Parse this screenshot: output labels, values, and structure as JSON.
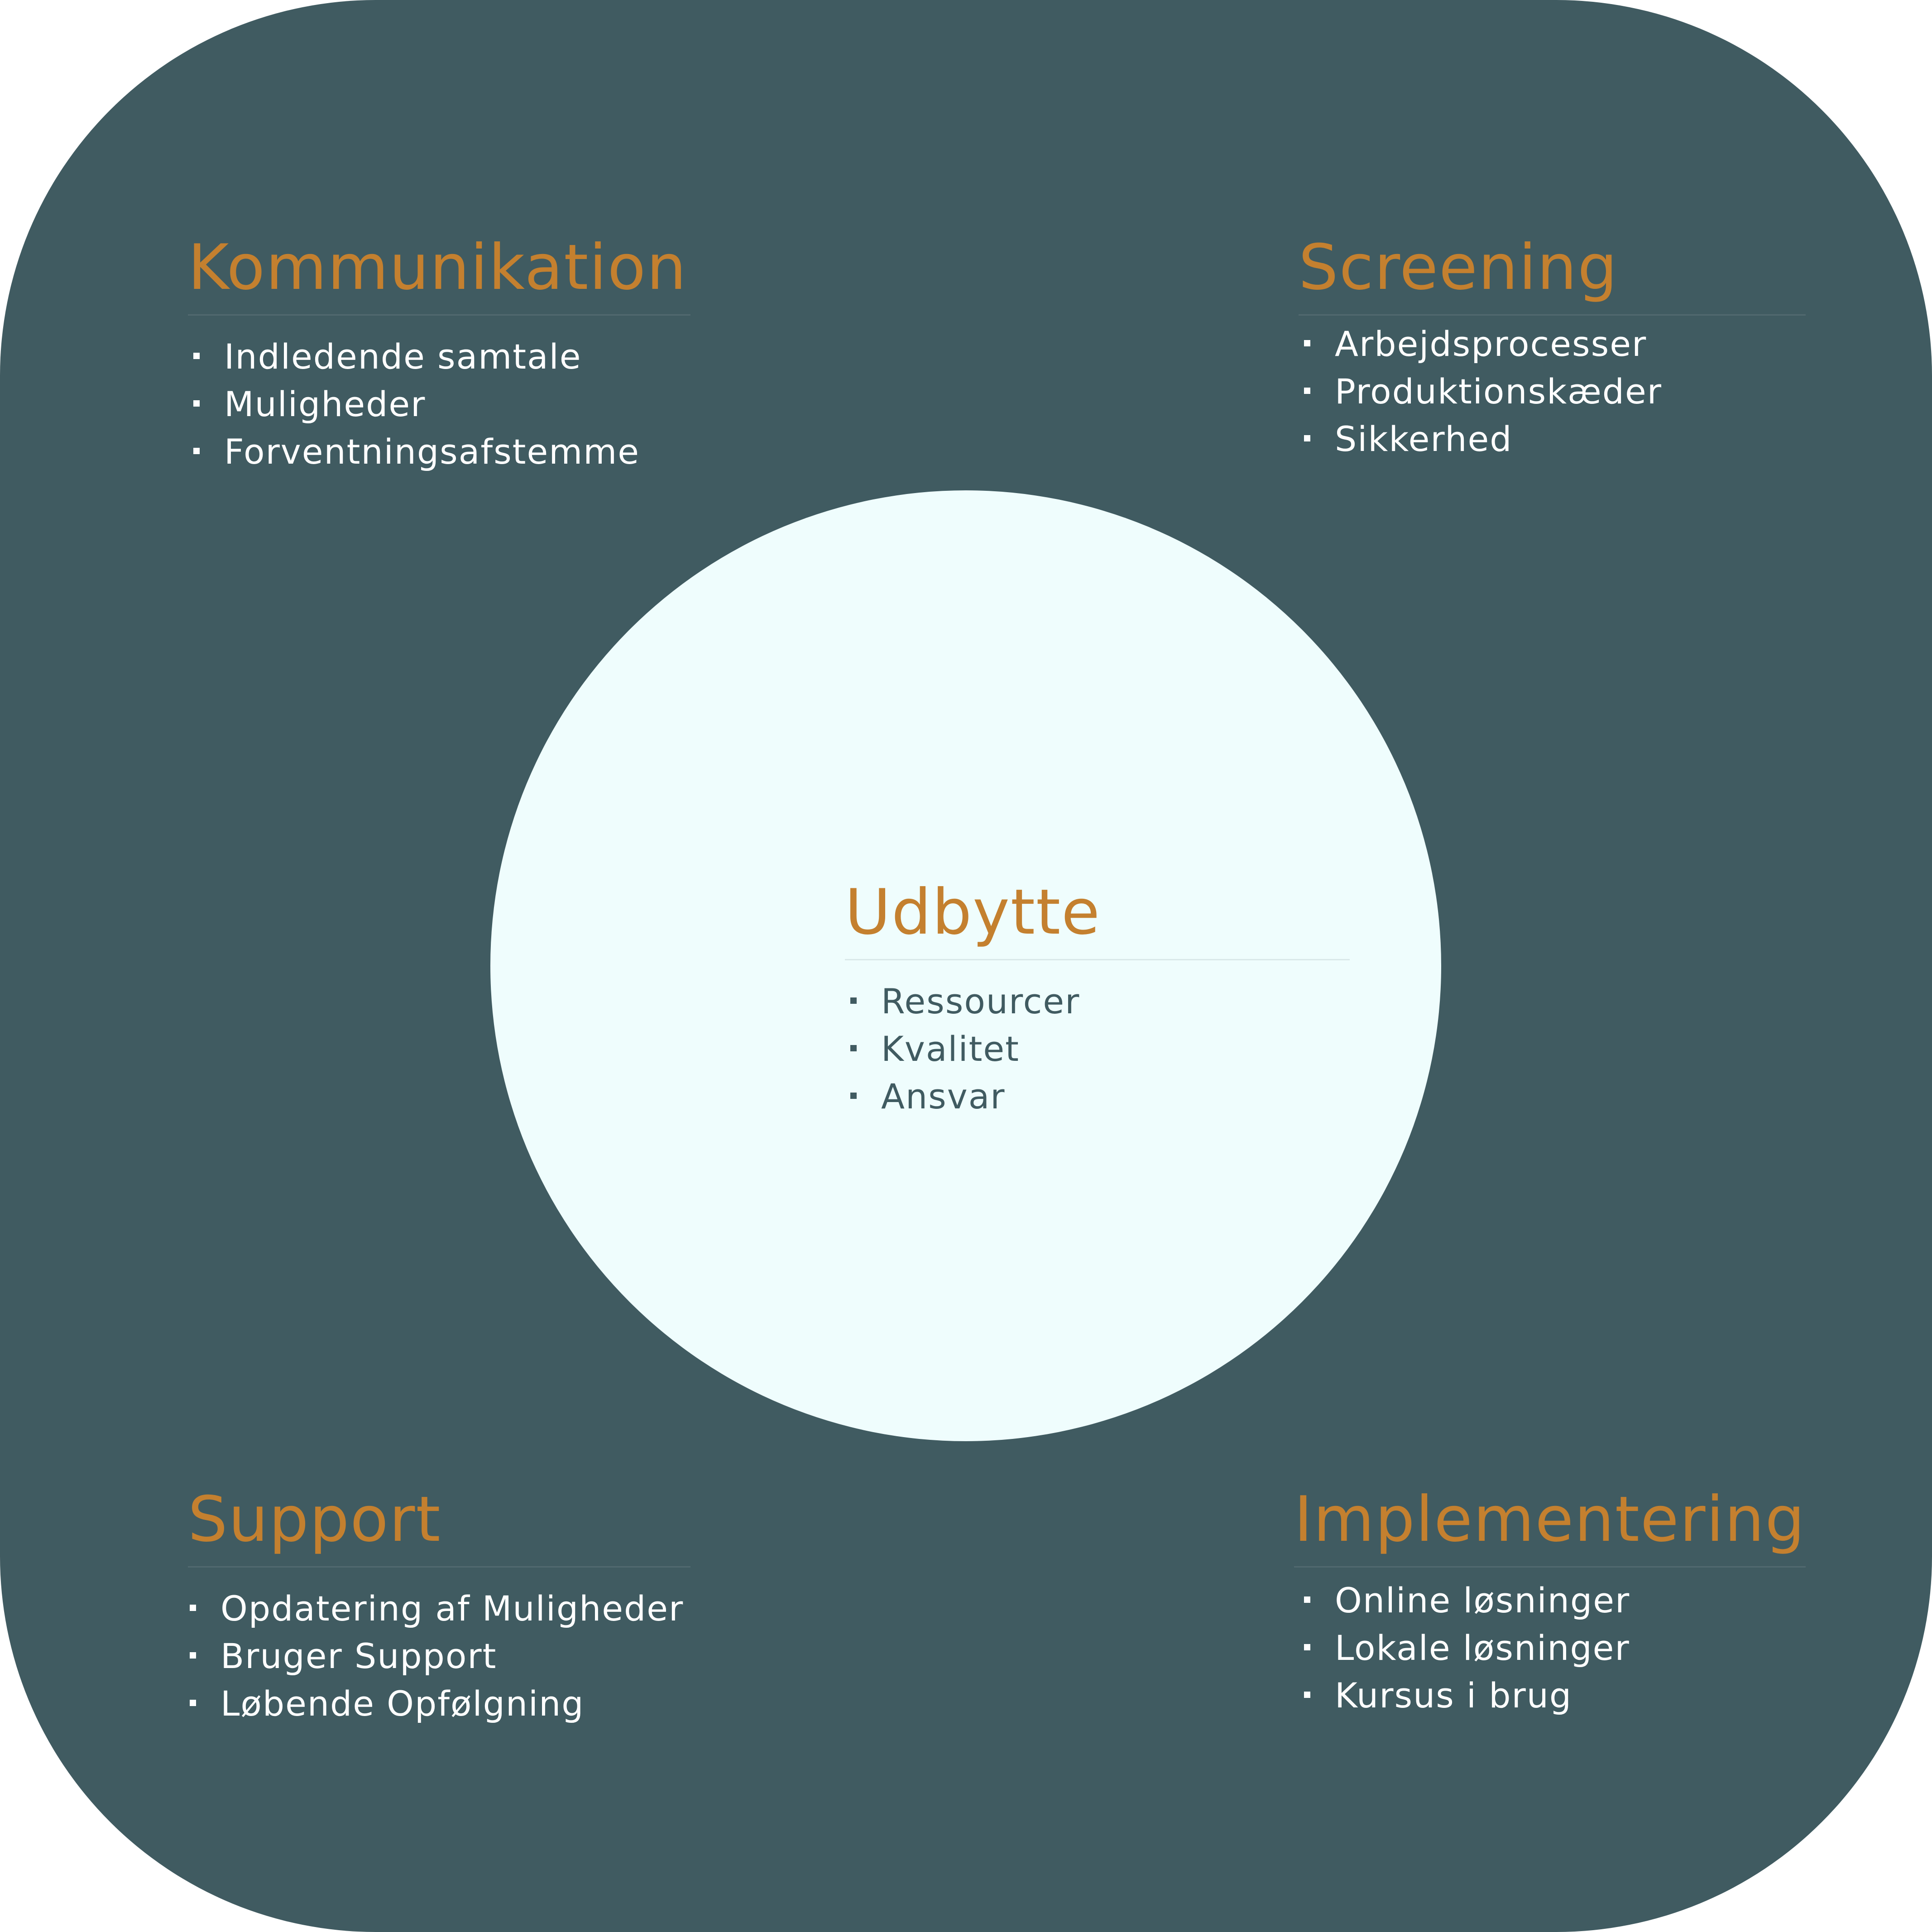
{
  "colors": {
    "panel_background": "#405b61",
    "center_circle": "#effdfd",
    "heading_accent": "#c4802f",
    "list_text_light": "#ffffff",
    "list_text_dark": "#405b61"
  },
  "diagram": {
    "kommunikation": {
      "title": "Kommunikation",
      "items": [
        "Indledende samtale",
        "Muligheder",
        "Forventningsafstemme"
      ]
    },
    "screening": {
      "title": "Screening",
      "items": [
        "Arbejdsprocesser",
        "Produktionskæder",
        "Sikkerhed"
      ]
    },
    "udbytte": {
      "title": "Udbytte",
      "items": [
        "Ressourcer",
        "Kvalitet",
        "Ansvar"
      ]
    },
    "support": {
      "title": "Support",
      "items": [
        "Opdatering af Muligheder",
        "Bruger Support",
        "Løbende Opfølgning"
      ]
    },
    "implementering": {
      "title": "Implementering",
      "items": [
        "Online løsninger",
        "Lokale løsninger",
        "Kursus i brug"
      ]
    }
  }
}
